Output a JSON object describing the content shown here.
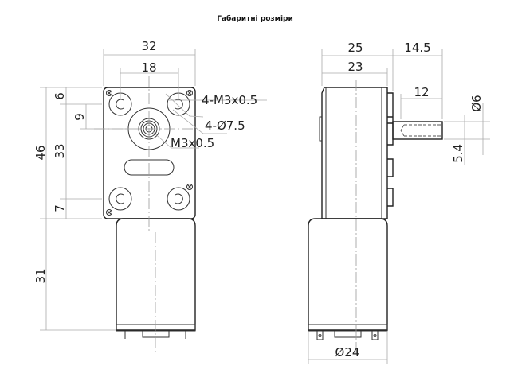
{
  "title": "Габаритні розміри",
  "front_view": {
    "width_total": "32",
    "hole_spacing_x": "18",
    "height_total": "46",
    "top_offset": "6",
    "hole_spacing_y": "33",
    "shaft_offset": "9",
    "bottom_offset": "7",
    "motor_length": "31",
    "mount_thread": "4-M3x0.5",
    "counterbore": "4-Ø7.5",
    "shaft_thread": "M3x0.5"
  },
  "side_view": {
    "depth_total": "25",
    "depth_body": "23",
    "shaft_projection": "14.5",
    "shaft_length": "12",
    "shaft_diameter": "Ø6",
    "shaft_flat": "5.4",
    "motor_diameter": "Ø24"
  }
}
